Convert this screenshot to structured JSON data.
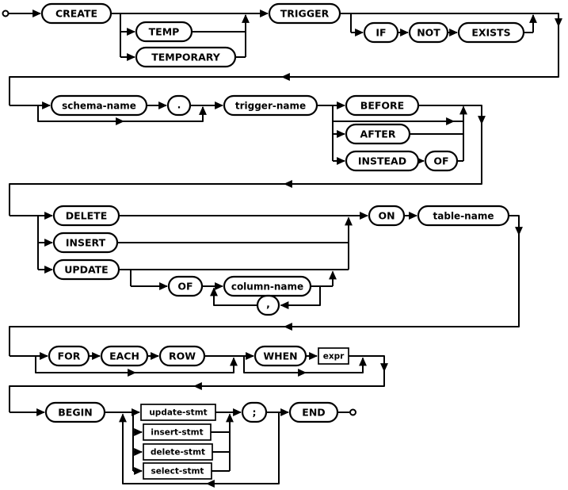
{
  "colors": {
    "line": "#000000",
    "background": "#ffffff",
    "terminal_fill": "#ffffff",
    "expr_fill": "#c6d3ee"
  },
  "nodes": {
    "create": "CREATE",
    "temp": "TEMP",
    "temporary": "TEMPORARY",
    "trigger": "TRIGGER",
    "if_kw": "IF",
    "not_kw": "NOT",
    "exists_kw": "EXISTS",
    "schema_name": "schema-name",
    "dot": ".",
    "trigger_name": "trigger-name",
    "before": "BEFORE",
    "after": "AFTER",
    "instead": "INSTEAD",
    "of_instead": "OF",
    "delete_kw": "DELETE",
    "insert_kw": "INSERT",
    "update_kw": "UPDATE",
    "of_update": "OF",
    "column_name": "column-name",
    "comma": ",",
    "on_kw": "ON",
    "table_name": "table-name",
    "for_kw": "FOR",
    "each_kw": "EACH",
    "row_kw": "ROW",
    "when_kw": "WHEN",
    "expr": "expr",
    "begin_kw": "BEGIN",
    "update_stmt": "update-stmt",
    "insert_stmt": "insert-stmt",
    "delete_stmt": "delete-stmt",
    "select_stmt": "select-stmt",
    "semicolon": ";",
    "end_kw": "END"
  }
}
